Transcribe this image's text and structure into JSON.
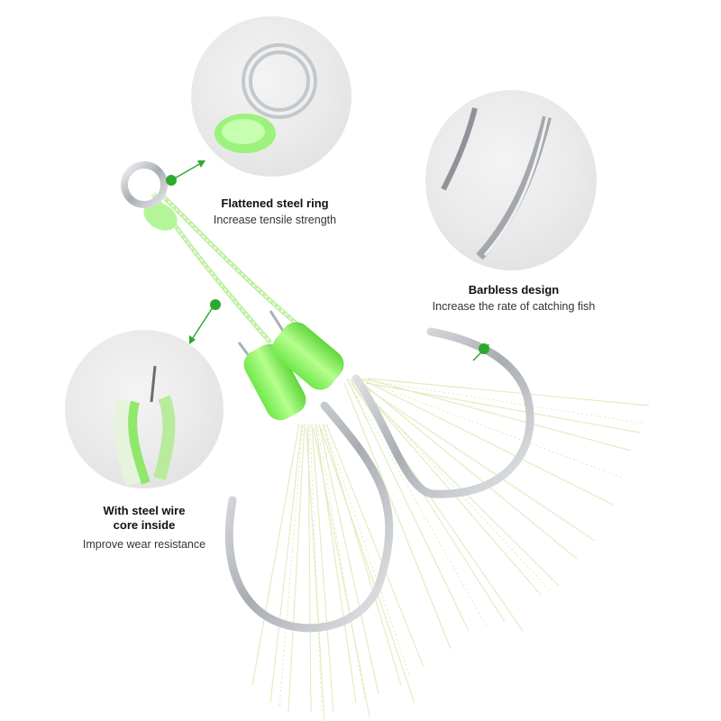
{
  "features": [
    {
      "key": "ring",
      "title": "Flattened steel ring",
      "subtitle": "Increase tensile strength"
    },
    {
      "key": "barbless",
      "title": "Barbless design",
      "subtitle": "Increase the rate of catching fish"
    },
    {
      "key": "wire",
      "title": "With steel wire core inside",
      "title_line1": "With steel wire",
      "title_line2": "core inside",
      "subtitle": "Improve wear resistance"
    }
  ],
  "colors": {
    "accent": "#2fa82f",
    "thread": "#8ff76a",
    "steel": "#b9bcc0",
    "background": "#ffffff"
  },
  "icons": [
    "arrow-pointer-icon",
    "green-dot-icon"
  ]
}
